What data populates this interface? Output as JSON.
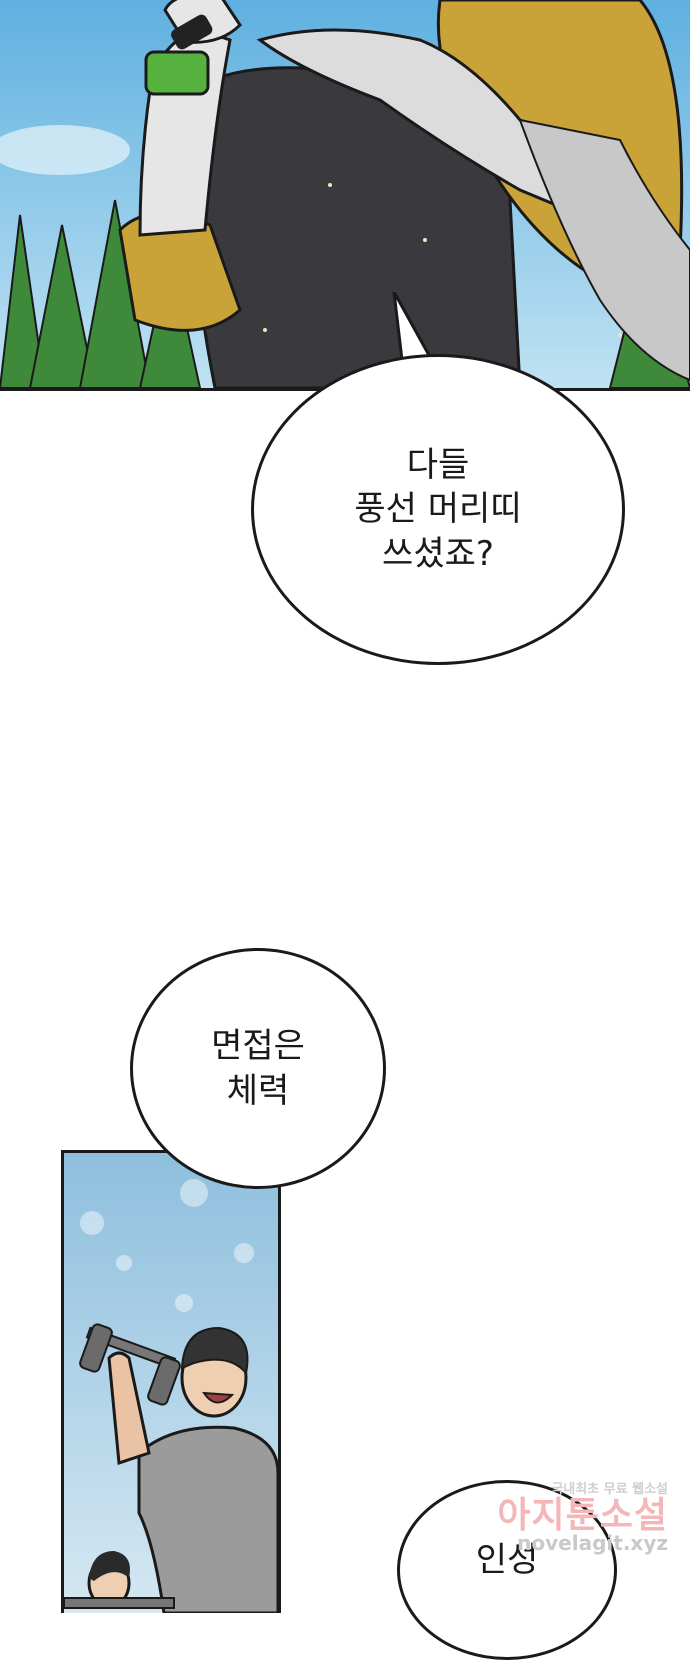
{
  "bubbles": {
    "top": "다들\n풍선 머리띠\n쓰셨죠?",
    "middle": "면접은\n체력",
    "bottom": "인성"
  },
  "watermark": {
    "tagline": "국내최초 무료 웹소설",
    "brand": "아지툰소설",
    "url": "novelagit.xyz"
  },
  "colors": {
    "sky": "#7fc4e8",
    "tree": "#3f8a3a",
    "jacket": "#c9a338",
    "shirt": "#3a3a3e",
    "hair": "#c8c8c8",
    "bracelet": "#56b13f",
    "gym_sky": "#a9cfe6"
  }
}
